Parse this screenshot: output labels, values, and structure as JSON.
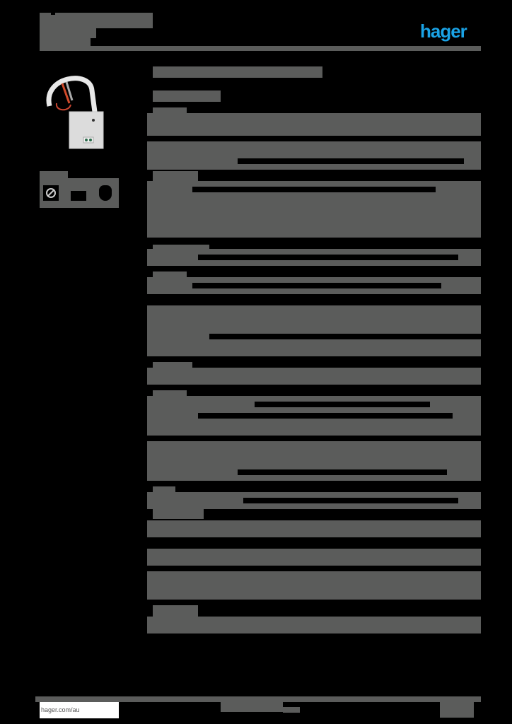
{
  "header": {
    "title_masked": "",
    "subtitle_masked": "",
    "brand": "hager",
    "brand_color": "#1aa3e6"
  },
  "product": {
    "image": "kNX flush-mounted module with wire lead",
    "certification_icons": [
      "dial-icon",
      "connector-icon",
      "hand-icon"
    ]
  },
  "main": {
    "title_masked": "",
    "subtitle_masked": "",
    "sections_count": 14
  },
  "footer": {
    "url": "hager.com/au",
    "center_masked": "",
    "page_masked": ""
  },
  "colors": {
    "mask": "#5b5c5b",
    "background": "#000000"
  }
}
